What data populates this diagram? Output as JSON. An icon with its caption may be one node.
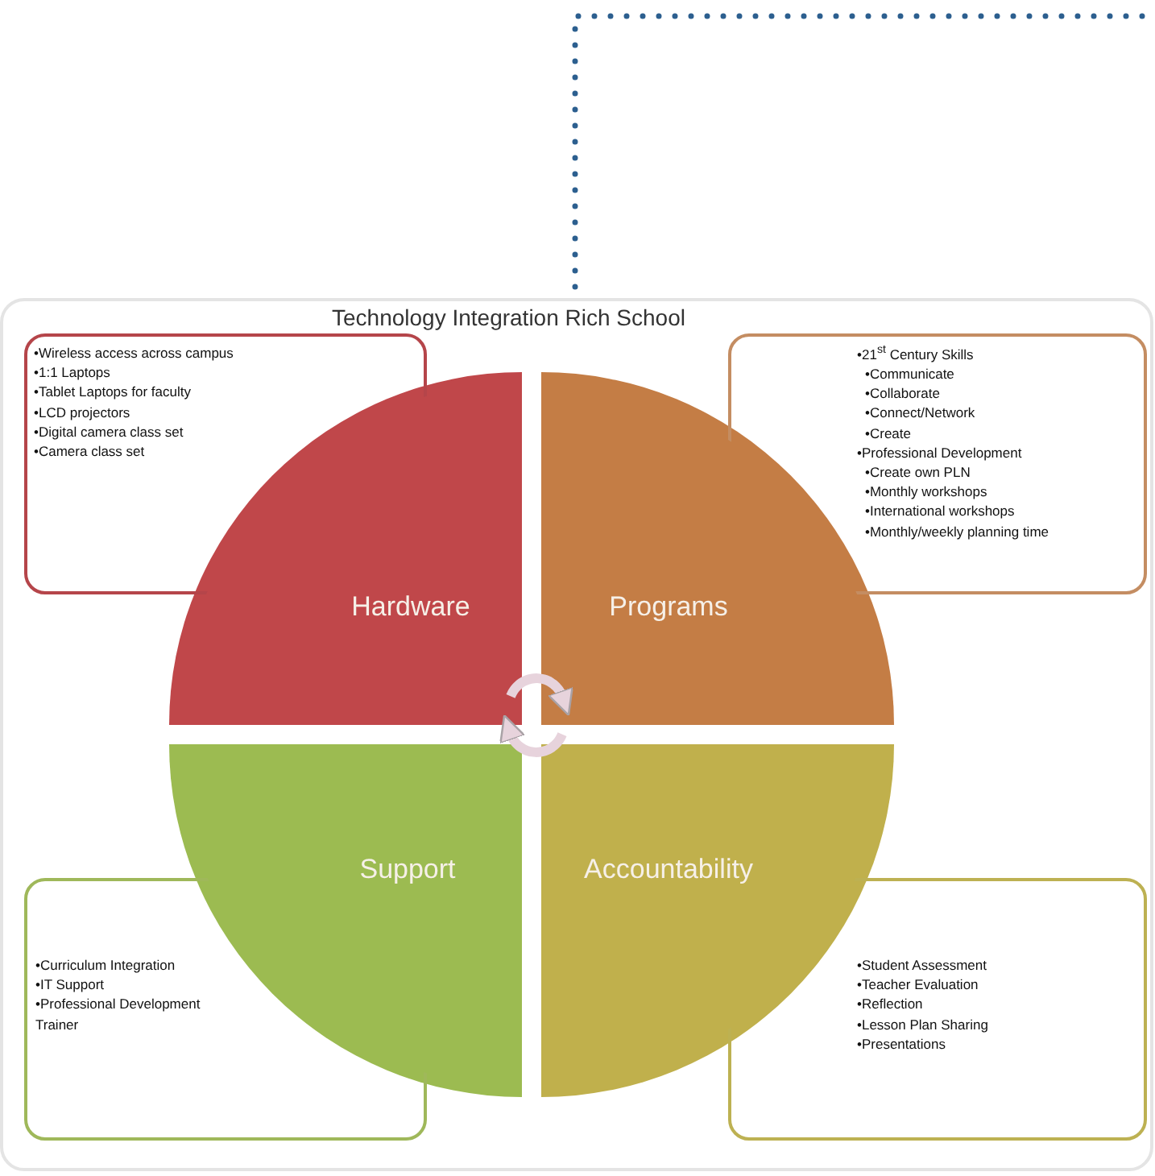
{
  "diagram": {
    "title": "Technology Integration Rich School",
    "nodes": [
      {
        "text": [
          "•Wireless access across campus",
          "•1:1 Laptops",
          "•Tablet Laptops for faculty",
          "•LCD projectors",
          "•Digital camera class set",
          "•Camera class set"
        ]
      },
      {
        "text": [
          "•21$^{st}$ Century Skills",
          "•Communicate",
          "•Collaborate",
          "•Connect/Network",
          "•Create",
          "•Professional Development",
          "•Create own PLN",
          "•Monthly workshops",
          "•International workshops",
          "•Monthly/weekly planning time"
        ]
      },
      {
        "text": [
          "Hardware"
        ]
      },
      {
        "text": [
          "Programs"
        ]
      },
      {
        "text": [
          "Support"
        ]
      },
      {
        "text": [
          "Accountability"
        ]
      },
      {
        "text": [
          "•Curriculum Integration",
          "•IT Support",
          "•Professional Development Trainer"
        ]
      },
      {
        "text": [
          "•Student Assessment",
          "•Teacher Evaluation",
          "•Reflection",
          "•Lesson Plan Sharing",
          "•Presentations"
        ]
      }
    ],
    "edges": [
      {
        "from": 2,
        "to": 3,
        "arrow": "to"
      },
      {
        "from": 5,
        "to": 4,
        "arrow": "to"
      }
    ]
  }
}
